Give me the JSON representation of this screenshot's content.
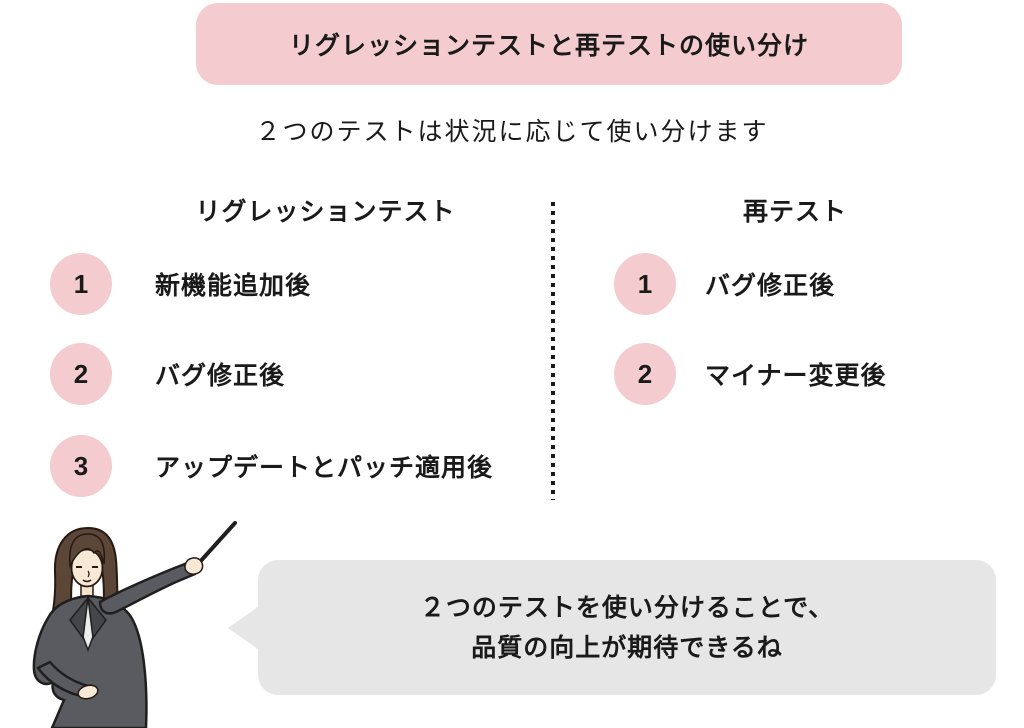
{
  "colors": {
    "banner_pink": "#f4cbcf",
    "circle_pink": "#f4cbcf",
    "bubble_gray": "#e6e6e6",
    "text_dark": "#1a1a1a",
    "divider_dark": "#1a1a1a",
    "suit_gray": "#5a5b60",
    "hair_brown": "#5b4637",
    "skin": "#f8e8d6"
  },
  "title_banner": {
    "text": "リグレッションテストと再テストの使い分け"
  },
  "subtitle": {
    "text": "２つのテストは状況に応じて使い分けます"
  },
  "columns": {
    "left": {
      "header": "リグレッションテスト",
      "items": [
        {
          "number": "1",
          "label": "新機能追加後"
        },
        {
          "number": "2",
          "label": "バグ修正後"
        },
        {
          "number": "3",
          "label": "アップデートとパッチ適用後"
        }
      ]
    },
    "right": {
      "header": "再テスト",
      "items": [
        {
          "number": "1",
          "label": "バグ修正後"
        },
        {
          "number": "2",
          "label": "マイナー変更後"
        }
      ]
    }
  },
  "speech_bubble": {
    "line1": "２つのテストを使い分けることで、",
    "line2": "品質の向上が期待できるね"
  },
  "illustration": {
    "name": "woman-presenter-pointing"
  }
}
